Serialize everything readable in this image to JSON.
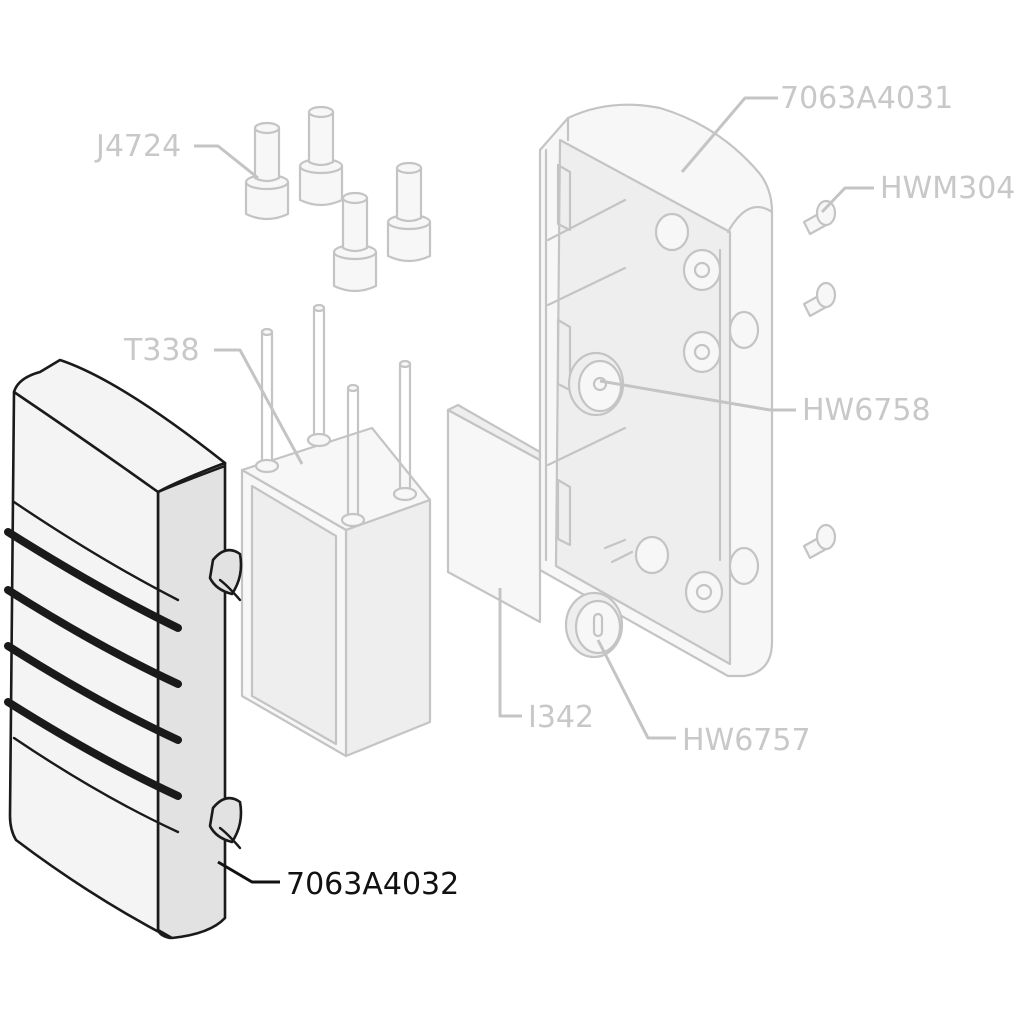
{
  "labels": {
    "j4724": "J4724",
    "a4031": "7063A4031",
    "hwm304": "HWM304",
    "t338": "T338",
    "hw6758": "HW6758",
    "i342": "I342",
    "hw6757": "HW6757",
    "a4032": "7063A4032"
  },
  "colors": {
    "highlighted": "#111111",
    "faded": "#c4c4c4"
  }
}
